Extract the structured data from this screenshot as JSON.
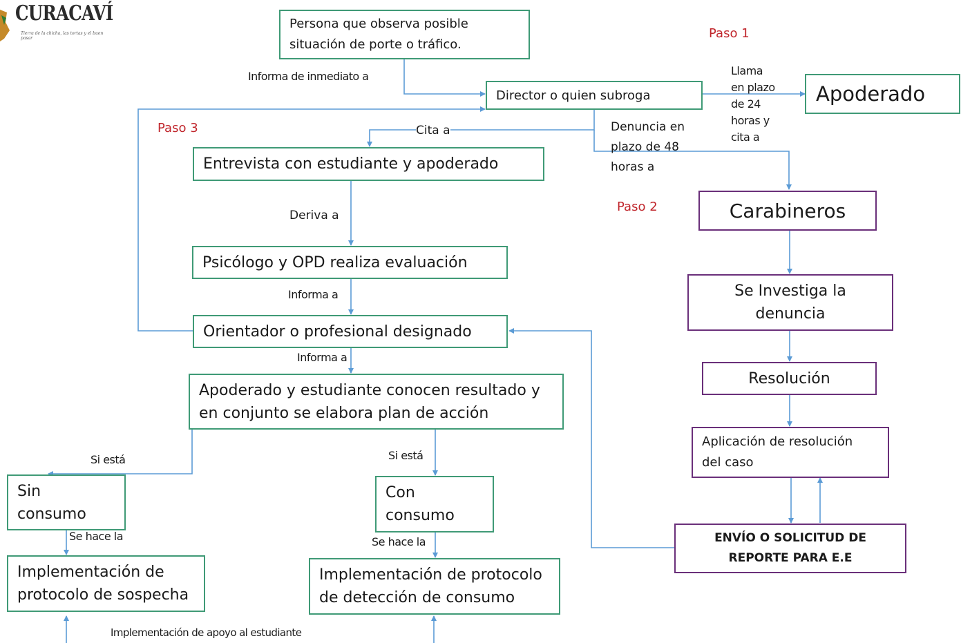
{
  "logo": {
    "text": "CURACAVÍ",
    "slogan": "Tierra de la chicha, las tortas y el buen pasar"
  },
  "colors": {
    "line": "#5b9bd5",
    "green_border": "#3f9a76",
    "purple_border": "#6a2f7a",
    "step_red": "#c0262c"
  },
  "steps": {
    "paso1": "Paso 1",
    "paso2": "Paso 2",
    "paso3": "Paso 3"
  },
  "nodes": {
    "persona": [
      "Persona que observa posible",
      "situación de porte o tráfico."
    ],
    "director": "Director o quien subroga",
    "apoderado": "Apoderado",
    "carabineros": "Carabineros",
    "investiga": [
      "Se Investiga la",
      "denuncia"
    ],
    "resolucion": "Resolución",
    "aplicacion": [
      "Aplicación de resolución",
      "del caso"
    ],
    "envio": [
      "ENVÍO O SOLICITUD DE",
      "REPORTE PARA E.E"
    ],
    "entrevista": "Entrevista con estudiante y apoderado",
    "psicologo": "Psicólogo y OPD realiza evaluación",
    "orientador": "Orientador o profesional designado",
    "apod_est": [
      "Apoderado y estudiante conocen resultado y",
      "en conjunto se elabora plan de acción"
    ],
    "sin_consumo": [
      "Sin",
      "consumo"
    ],
    "con_consumo": [
      "Con",
      "consumo"
    ],
    "impl_sospecha": [
      "Implementación de",
      "protocolo de sospecha"
    ],
    "impl_deteccion": [
      "Implementación de protocolo",
      "de detección de consumo"
    ]
  },
  "edges": {
    "informa_inmediato": "Informa de inmediato a",
    "llama": [
      "Llama",
      "en plazo",
      "de 24",
      "horas y",
      "cita a"
    ],
    "denuncia": [
      "Denuncia en",
      "plazo de 48",
      "horas a"
    ],
    "cita": "Cita a",
    "deriva": "Deriva a",
    "informa_a1": "Informa a",
    "informa_a2": "Informa a",
    "si_esta1": "Si está",
    "si_esta2": "Si está",
    "se_hace1": "Se hace la",
    "se_hace2": "Se hace la",
    "apoyo": "Implementación de apoyo al estudiante"
  }
}
